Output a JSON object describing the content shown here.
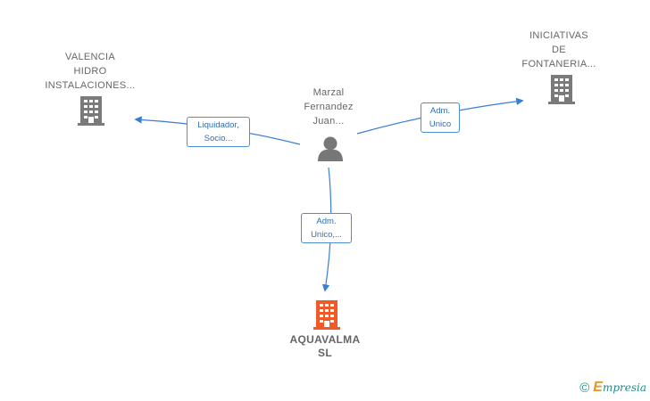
{
  "nodes": {
    "valencia": {
      "lines": [
        "VALENCIA",
        "HIDRO",
        "INSTALACIONES..."
      ]
    },
    "iniciativas": {
      "lines": [
        "INICIATIVAS",
        "DE",
        "FONTANERIA..."
      ]
    },
    "person": {
      "lines": [
        "Marzal",
        "Fernandez",
        "Juan..."
      ]
    },
    "aquavalma": {
      "lines": [
        "AQUAVALMA",
        "SL"
      ]
    }
  },
  "edges": {
    "to_valencia": {
      "lines": [
        "Liquidador,",
        "Socio..."
      ]
    },
    "to_iniciativas": {
      "lines": [
        "Adm.",
        "Unico"
      ]
    },
    "to_aquavalma": {
      "lines": [
        "Adm.",
        "Unico,..."
      ]
    }
  },
  "brand": {
    "copyright": "©",
    "initial": "E",
    "rest": "mpresia"
  },
  "colors": {
    "edge": "#3a7fd5",
    "building": "#7a7a7a",
    "main_building": "#f05a28",
    "person": "#777777"
  }
}
